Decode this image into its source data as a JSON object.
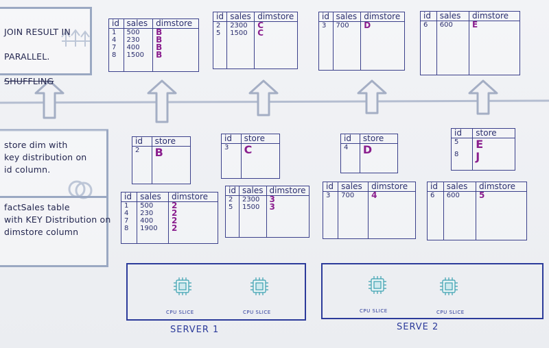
{
  "notes": {
    "join": {
      "line1": "JOIN RESULT IN",
      "line2": "PARALLEL.",
      "line3": "SHUFFLING"
    },
    "storedim": "store dim with\nkey distribution on\nid column.",
    "factsales": "factSales table\nwith KEY Distribution on\ndimstore column"
  },
  "join_tables": [
    {
      "headers": [
        "id",
        "sales",
        "dimstore"
      ],
      "rows": [
        [
          "1",
          "500",
          "B"
        ],
        [
          "4",
          "230",
          "B"
        ],
        [
          "7",
          "400",
          "B"
        ],
        [
          "8",
          "1500",
          "B"
        ]
      ]
    },
    {
      "headers": [
        "id",
        "sales",
        "dimstore"
      ],
      "rows": [
        [
          "2",
          "2300",
          "C"
        ],
        [
          "5",
          "1500",
          "C"
        ]
      ]
    },
    {
      "headers": [
        "id",
        "sales",
        "dimstore"
      ],
      "rows": [
        [
          "3",
          "700",
          "D"
        ]
      ]
    },
    {
      "headers": [
        "id",
        "sales",
        "dimstore"
      ],
      "rows": [
        [
          "6",
          "600",
          "E"
        ]
      ]
    }
  ],
  "store_tables": [
    {
      "headers": [
        "id",
        "store"
      ],
      "rows": [
        [
          "2",
          "B"
        ]
      ]
    },
    {
      "headers": [
        "id",
        "store"
      ],
      "rows": [
        [
          "3",
          "C"
        ]
      ]
    },
    {
      "headers": [
        "id",
        "store"
      ],
      "rows": [
        [
          "4",
          "D"
        ]
      ]
    },
    {
      "headers": [
        "id",
        "store"
      ],
      "rows": [
        [
          "5",
          "E"
        ],
        [
          "8",
          "J"
        ]
      ]
    }
  ],
  "fact_tables": [
    {
      "headers": [
        "id",
        "sales",
        "dimstore"
      ],
      "rows": [
        [
          "1",
          "500",
          "2"
        ],
        [
          "4",
          "230",
          "2"
        ],
        [
          "7",
          "400",
          "2"
        ],
        [
          "8",
          "1900",
          "2"
        ]
      ]
    },
    {
      "headers": [
        "id",
        "sales",
        "dimstore"
      ],
      "rows": [
        [
          "2",
          "2300",
          "3"
        ],
        [
          "5",
          "1500",
          "3"
        ]
      ]
    },
    {
      "headers": [
        "id",
        "sales",
        "dimstore"
      ],
      "rows": [
        [
          "3",
          "700",
          "4"
        ]
      ]
    },
    {
      "headers": [
        "id",
        "sales",
        "dimstore"
      ],
      "rows": [
        [
          "6",
          "600",
          "5"
        ]
      ]
    }
  ],
  "servers": [
    {
      "label": "SERVER 1",
      "slices": [
        "CPU SLICE",
        "CPU SLICE"
      ]
    },
    {
      "label": "SERVE 2",
      "slices": [
        "CPU SLICE",
        "CPU SLICE"
      ]
    }
  ],
  "colors": {
    "ink": "#2a2e6e",
    "key": "#8a1e8e",
    "frame": "#9aa8c2",
    "server": "#2b3a9a",
    "chip": "#3aa0b0"
  }
}
